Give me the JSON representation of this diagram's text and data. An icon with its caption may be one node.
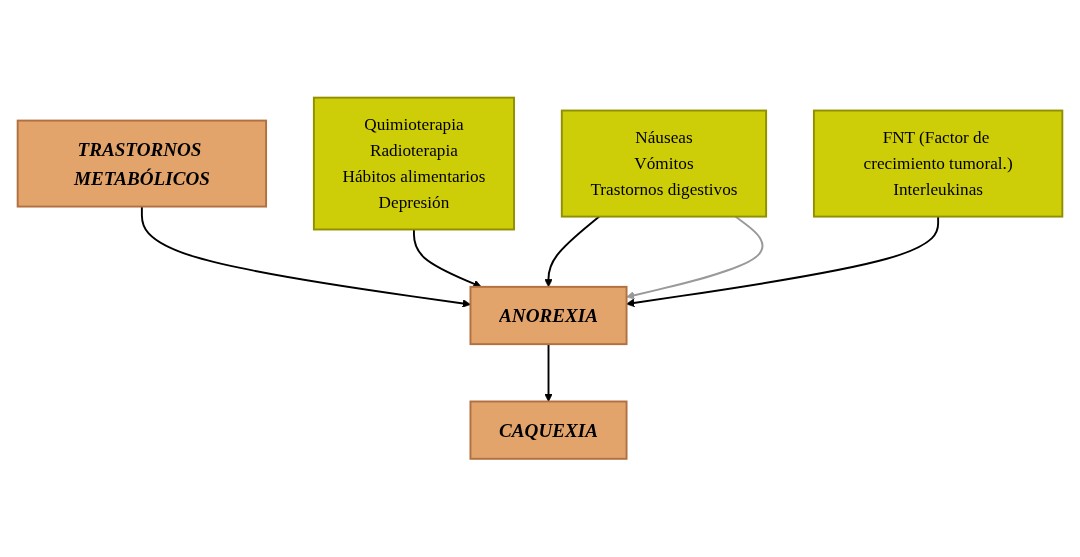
{
  "diagram": {
    "nodes": [
      {
        "text": [
          "TRASTORNOS METABÓLICOS"
        ]
      },
      {
        "text": [
          "Náuseas",
          "Vómitos",
          "Trastornos digestivos"
        ]
      },
      {
        "text": [
          "Quimioterapia",
          "Radioterapia",
          "Hábitos alimentarios",
          "Depresión"
        ]
      },
      {
        "text": [
          "ANOREXIA"
        ]
      },
      {
        "text": [
          "FNT (Factor de crecimiento tumoral.)",
          "Interleukinas"
        ]
      },
      {
        "text": [
          "CAQUEXIA"
        ]
      }
    ],
    "edges": [
      {
        "from": 0,
        "to": 3,
        "arrow": "to"
      },
      {
        "from": 2,
        "to": 3,
        "arrow": "to"
      },
      {
        "from": 1,
        "to": 3,
        "arrow": "to"
      },
      {
        "from": 1,
        "to": 3,
        "arrow": "to",
        "color": "#999999"
      },
      {
        "from": 4,
        "to": 3,
        "arrow": "to"
      },
      {
        "from": 3,
        "to": 5,
        "arrow": "to"
      }
    ]
  }
}
